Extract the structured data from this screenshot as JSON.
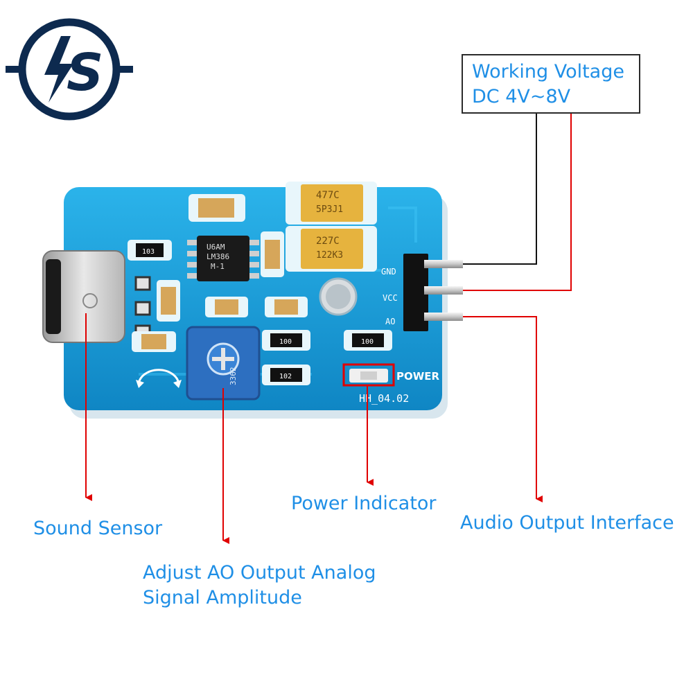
{
  "logo": {
    "text": "IS",
    "icon": "lightning-s-logo",
    "color": "#0d2a4f"
  },
  "voltage_box": {
    "line1": "Working Voltage",
    "line2": "DC 4V~8V"
  },
  "labels": {
    "sound_sensor": "Sound Sensor",
    "adjust_line1": "Adjust AO Output Analog",
    "adjust_line2": "Signal Amplitude",
    "power_indicator": "Power Indicator",
    "audio_output": "Audio Output Interface"
  },
  "board": {
    "pins": [
      "GND",
      "VCC",
      "AO"
    ],
    "power_label": "POWER",
    "version": "HH_04.02",
    "cap1_top": "477C",
    "cap1_bottom": "5P3J1",
    "cap2_top": "227C",
    "cap2_bottom": "122K3",
    "ic_line1": "U6AM",
    "ic_line2": "LM386",
    "ic_line3": "M-1",
    "pot_code": "3362",
    "resistor_labels": [
      "103",
      "100",
      "100",
      "102"
    ]
  },
  "colors": {
    "label_blue": "#1f8fe6",
    "arrow_red": "#e00000",
    "pcb_blue": "#1fa0d8",
    "wire_black": "#111111"
  }
}
